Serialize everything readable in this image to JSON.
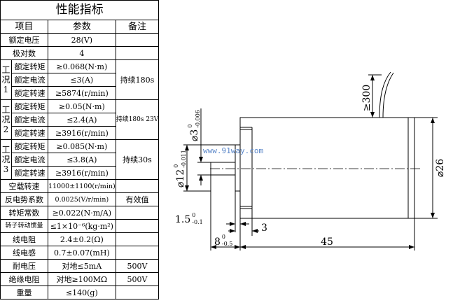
{
  "table": {
    "title": "性能指标",
    "headers": [
      "项目",
      "参数",
      "备注"
    ],
    "rated_voltage": {
      "label": "额定电压",
      "value": "28(V)",
      "note": ""
    },
    "pole_pairs": {
      "label": "极对数",
      "value": "4",
      "note": ""
    },
    "conditions": [
      {
        "label": "工况1",
        "rows": [
          {
            "label": "额定转矩",
            "value": "≥0.068(N·m)"
          },
          {
            "label": "额定电流",
            "value": "≤3(A)"
          },
          {
            "label": "额定转速",
            "value": "≥5874(r/min)"
          }
        ],
        "note": "持续180s"
      },
      {
        "label": "工况2",
        "rows": [
          {
            "label": "额定转矩",
            "value": "≥0.05(N·m)"
          },
          {
            "label": "额定电流",
            "value": "≤2.4(A)"
          },
          {
            "label": "额定转速",
            "value": "≥3916(r/min)"
          }
        ],
        "note": "持续180s 23V"
      },
      {
        "label": "工况3",
        "rows": [
          {
            "label": "额定转矩",
            "value": "≥0.085(N·m)"
          },
          {
            "label": "额定电流",
            "value": "≤3.8(A)"
          },
          {
            "label": "额定转速",
            "value": "≥3916(r/min)"
          }
        ],
        "note": "持续30s"
      }
    ],
    "rows": [
      {
        "label": "空载转速",
        "value": "11000±1100(r/min)",
        "note": ""
      },
      {
        "label": "反电势系数",
        "value": "0.0025(V/r/min)",
        "note": "有效值"
      },
      {
        "label": "转矩常数",
        "value": "≥0.022(N·m/A)",
        "note": ""
      },
      {
        "label": "转子转动惯量",
        "value": "≤1×10⁻⁶(kg·m²)",
        "note": ""
      },
      {
        "label": "线电阻",
        "value": "2.4±0.2(Ω)",
        "note": ""
      },
      {
        "label": "线电感",
        "value": "0.7±0.07(mH)",
        "note": ""
      },
      {
        "label": "耐电压",
        "value": "对地≤5mA",
        "note": "500V"
      },
      {
        "label": "绝缘电阻",
        "value": "对地≥100MΩ",
        "note": "500V"
      },
      {
        "label": "重量",
        "value": "≤140(g)",
        "note": ""
      }
    ]
  },
  "drawing": {
    "watermark": "www.91way.com",
    "dim_lead": "≥300",
    "dim_body_dia": "⌀26",
    "dim_flange_dia": "⌀12",
    "dim_flange_tol_upper": "0",
    "dim_flange_tol_lower": "-0.011",
    "dim_shaft_dia": "⌀3",
    "dim_shaft_tol_upper": "0",
    "dim_shaft_tol_lower": "-0.006",
    "dim_boss": "1.5",
    "dim_boss_tol_upper": "0",
    "dim_boss_tol_lower": "-0.1",
    "dim_flange_thk": "3",
    "dim_shaft_len": "8",
    "dim_shaft_len_tol_upper": "0",
    "dim_shaft_len_tol_lower": "-0.5",
    "dim_body_len": "45"
  }
}
